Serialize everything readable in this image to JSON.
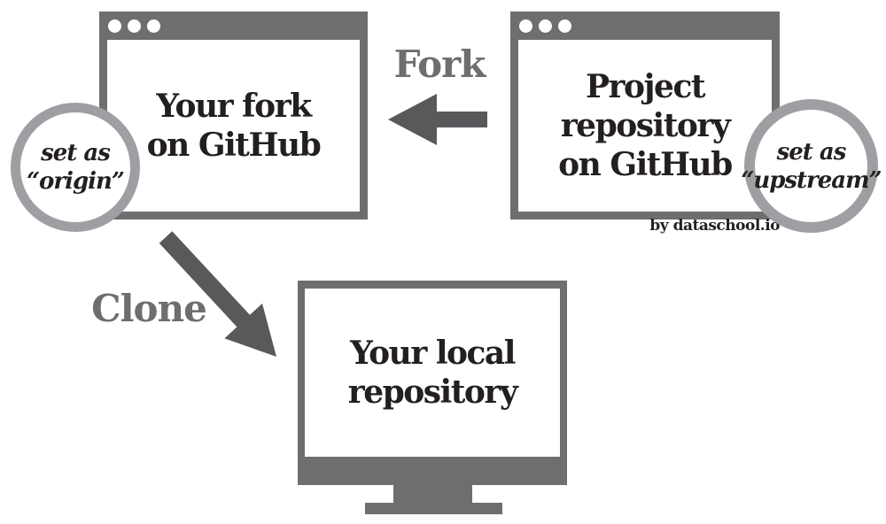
{
  "fork_window": {
    "lines": [
      "Your fork",
      "on GitHub"
    ]
  },
  "project_window": {
    "lines": [
      "Project",
      "repository",
      "on GitHub"
    ]
  },
  "monitor": {
    "lines": [
      "Your local",
      "repository"
    ]
  },
  "origin_badge": {
    "lines": [
      "set as",
      "“origin”"
    ]
  },
  "upstream_badge": {
    "lines": [
      "set as",
      "“upstream”"
    ]
  },
  "labels": {
    "fork": "Fork",
    "clone": "Clone"
  },
  "credit": "by dataschool.io",
  "colors": {
    "window_gray": "#6d6e70",
    "arrow_gray": "#58595b",
    "label_gray": "#6d6e70",
    "ring_gray": "#9d9fa2",
    "ink": "#231f20",
    "background": "#ffffff"
  }
}
